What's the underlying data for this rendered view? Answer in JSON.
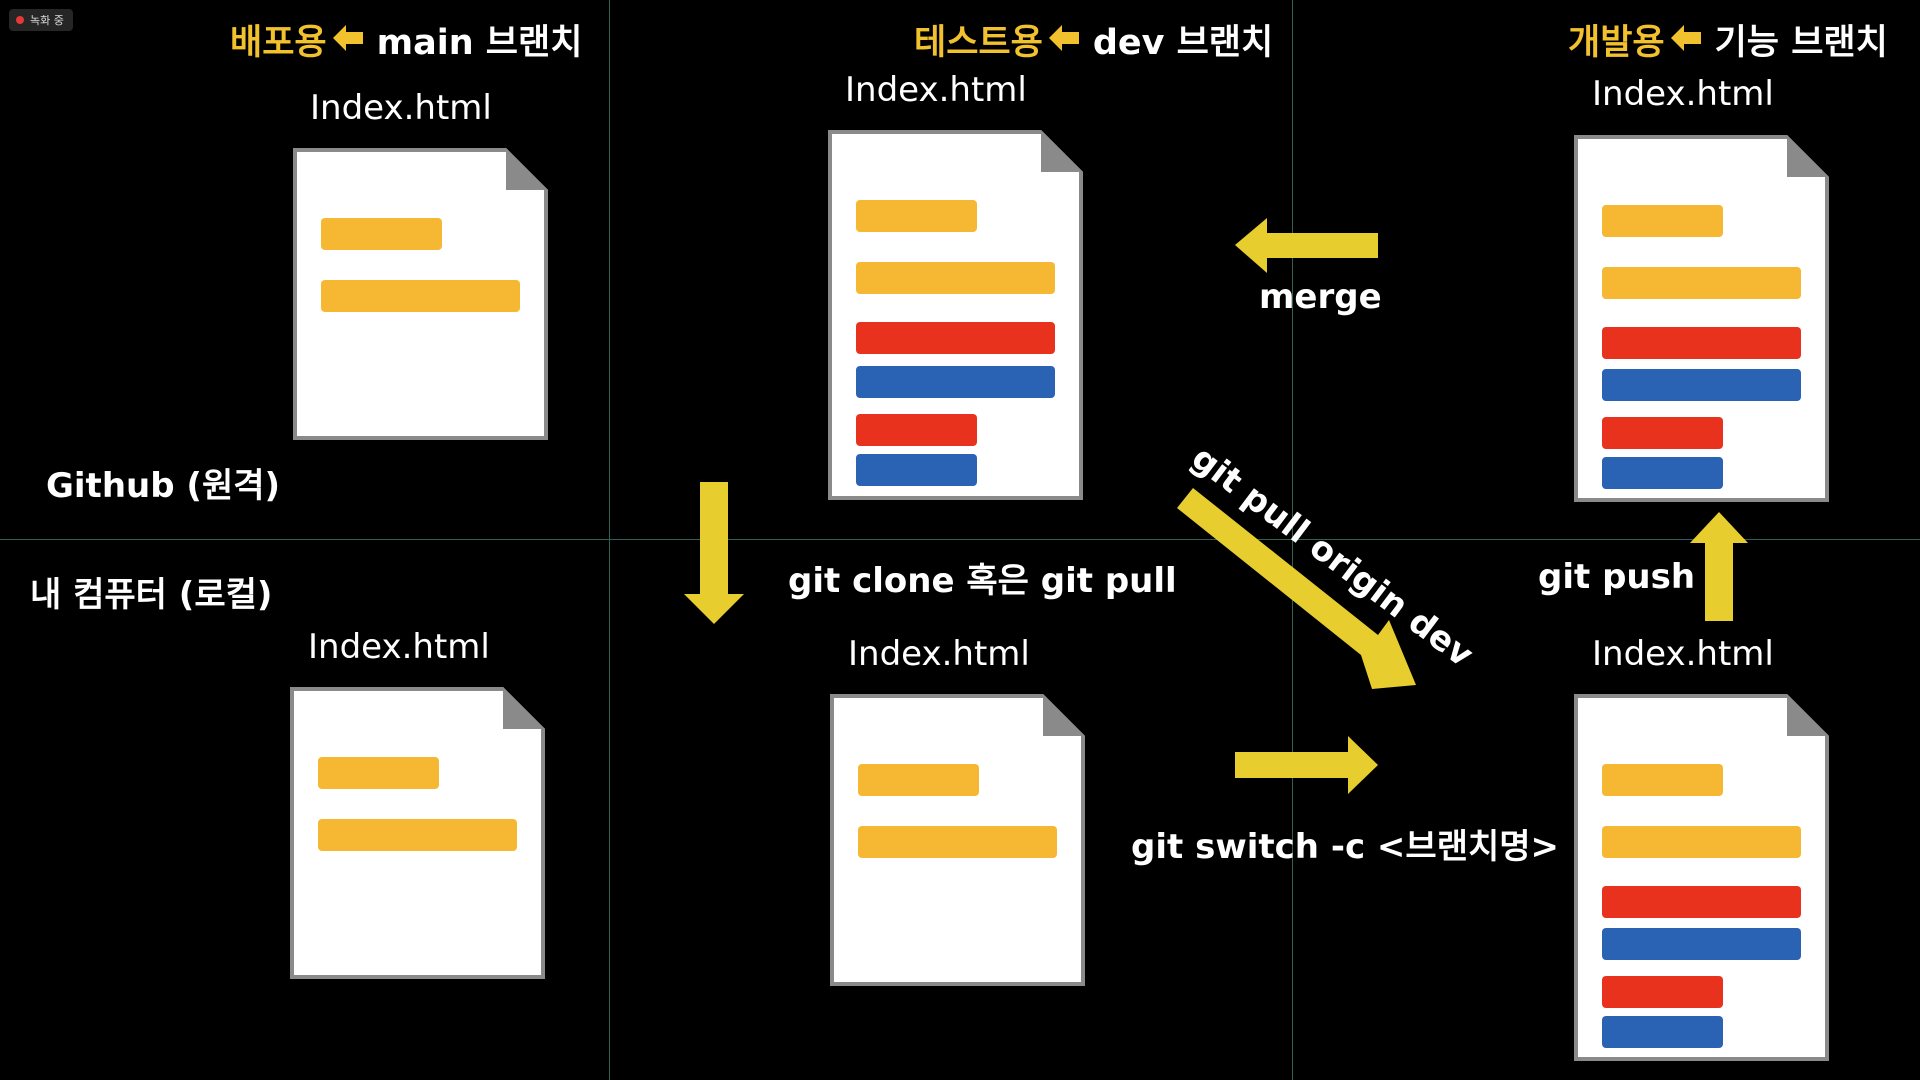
{
  "recording_badge": "녹화 중",
  "headers": {
    "main": {
      "prefix": "배포용",
      "suffix": "main 브랜치"
    },
    "dev": {
      "prefix": "테스트용",
      "suffix": "dev 브랜치"
    },
    "feature": {
      "prefix": "개발용",
      "suffix": "기능 브랜치"
    }
  },
  "files": {
    "remote_main": "Index.html",
    "remote_dev": "Index.html",
    "remote_feature": "Index.html",
    "local_main": "Index.html",
    "local_dev": "Index.html",
    "local_feature": "Index.html"
  },
  "sections": {
    "remote": "Github (원격)",
    "local": "내 컴퓨터 (로컬)"
  },
  "commands": {
    "merge": "merge",
    "clone_or_pull": "git clone 혹은 git pull",
    "pull_origin_dev": "git pull origin dev",
    "switch": "git switch -c <브랜치명>",
    "push": "git push"
  },
  "colors": {
    "accent_yellow": "#f2c12e",
    "arrow_yellow": "#e8cd2e",
    "bar_yellow": "#f6b733",
    "bar_red": "#e8321e",
    "bar_blue": "#2a62b4",
    "grid": "#2f5f55"
  }
}
